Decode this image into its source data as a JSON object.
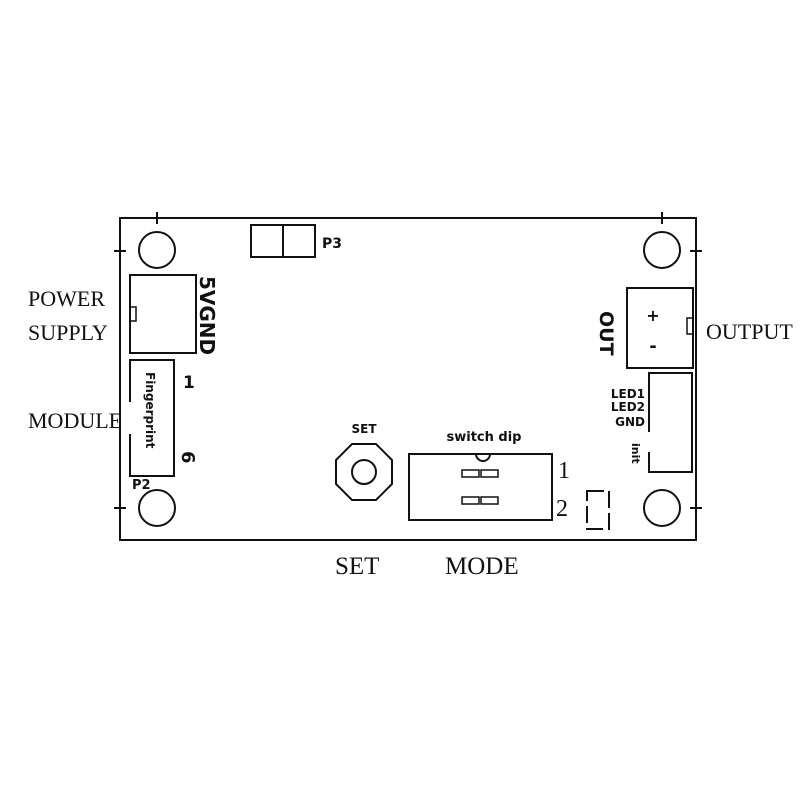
{
  "board": {
    "p3_label": "P3",
    "p2_label": "P2",
    "power_connector_label": "5VGND",
    "fingerprint_label": "Fingerprint",
    "fingerprint_pin_start": "1",
    "fingerprint_pin_end": "6",
    "set_button_label": "SET",
    "switch_label": "switch dip",
    "switch_pin_1": "1",
    "switch_pin_2": "2",
    "out_label": "OUT",
    "out_plus": "+",
    "out_minus": "-",
    "led1_label": "LED1",
    "led2_label": "LED2",
    "gnd_label": "GND",
    "init_label": "init"
  },
  "callouts": {
    "power_supply_line1": "POWER",
    "power_supply_line2": "SUPPLY",
    "module": "MODULE",
    "output": "OUTPUT",
    "set": "SET",
    "mode": "MODE"
  },
  "colors": {
    "ink": "#111111",
    "background": "#ffffff"
  }
}
